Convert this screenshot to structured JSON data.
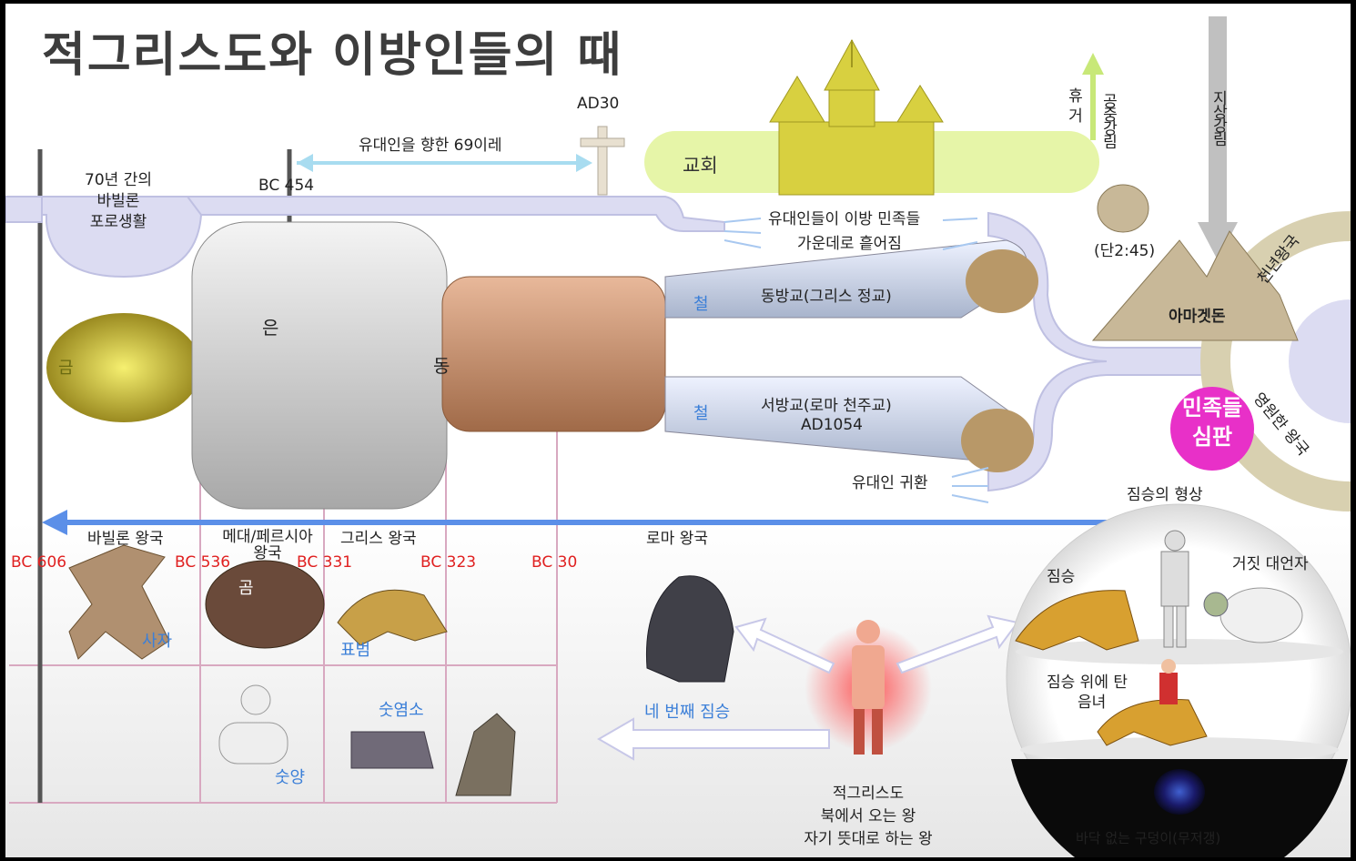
{
  "title": "적그리스도와 이방인들의 때",
  "timeline": {
    "ad30": "AD30",
    "bc454": "BC 454",
    "weeks69": "유대인을 향한 69이레",
    "captivity": [
      "70년 간의",
      "바빌론",
      "포로생활"
    ],
    "church": "교회",
    "rapture": [
      "휴",
      "거"
    ],
    "air_coming": "공중강림",
    "ground_coming": "지상강림",
    "scatter": [
      "유대인들이 이방 민족들",
      "가운데로 흩어짐"
    ],
    "stone_ref": "(단2:45)",
    "armageddon": "아마겟돈",
    "millennium": "천년왕국",
    "eternal": "영원한 왕국",
    "judgment": [
      "민족들",
      "심판"
    ],
    "jews_return": "유대인 귀환"
  },
  "statue": {
    "gold": "금",
    "silver": "은",
    "bronze": "동",
    "iron1": "철",
    "iron2": "철",
    "east_church": "동방교(그리스 정교)",
    "west_church": "서방교(로마 천주교)",
    "ad1054": "AD1054"
  },
  "kingdoms": {
    "babylon": "바빌론 왕국",
    "medo_persia": [
      "메대/페르시아",
      "왕국"
    ],
    "greece": "그리스 왕국",
    "rome": "로마 왕국",
    "bc606": "BC 606",
    "bc536": "BC 536",
    "bc331": "BC 331",
    "bc323": "BC 323",
    "bc30": "BC 30"
  },
  "beasts": {
    "lion": "사자",
    "bear": "곰",
    "leopard": "표범",
    "fourth": "네 번째 짐승",
    "ram": "숫양",
    "goat": "숫염소"
  },
  "antichrist": [
    "적그리스도",
    "북에서 오는 왕",
    "자기 뜻대로 하는 왕"
  ],
  "image_of_beast": {
    "heading": "짐승의 형상",
    "beast": "짐승",
    "false_prophet": "거짓 대언자",
    "harlot": [
      "짐승 위에 탄",
      "음녀"
    ],
    "abyss": "바닥 없는 구덩이(무저갱)"
  },
  "colors": {
    "path": "#dcdcf2",
    "arrow_blue": "#5b8fe8",
    "church_green": "#e6f5a8",
    "judgment_pink": "#e830c8",
    "timeline_red": "#e02020"
  }
}
